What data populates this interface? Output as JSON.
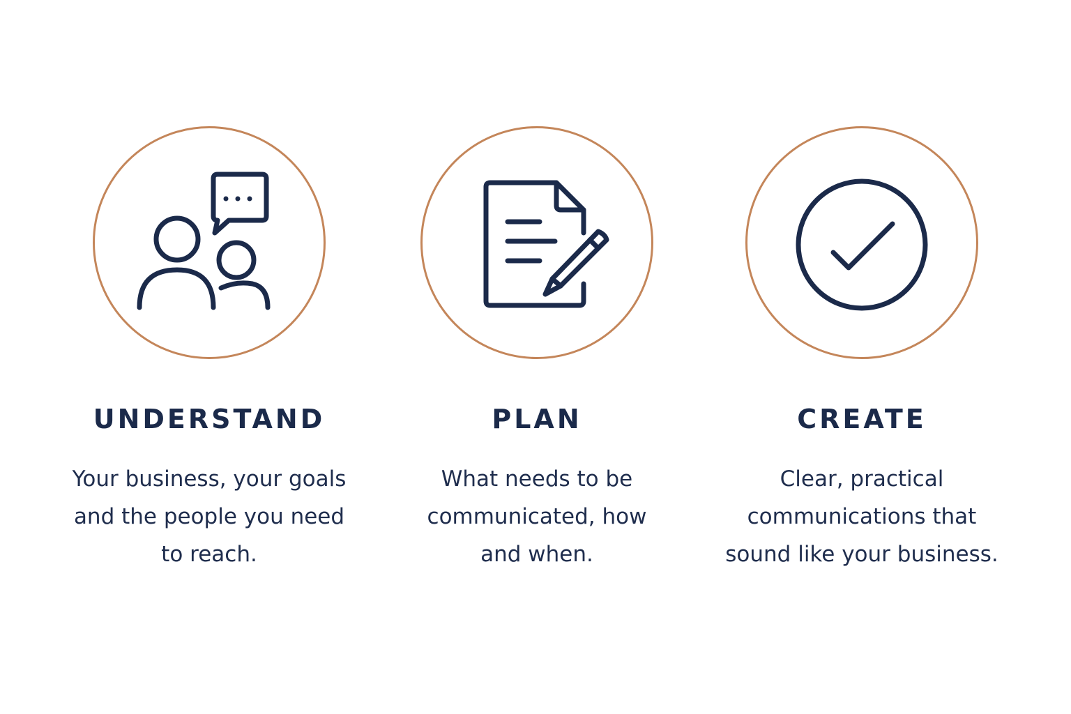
{
  "colors": {
    "accent_ring": "#c4865a",
    "icon_navy": "#1b2a4a",
    "text_navy": "#1f2d4d",
    "background": "#ffffff"
  },
  "steps": [
    {
      "icon": "people-conversation-icon",
      "heading": "UNDERSTAND",
      "description_lines": [
        "Your business, your goals",
        "and the people you need",
        "to reach."
      ]
    },
    {
      "icon": "document-pencil-icon",
      "heading": "PLAN",
      "description_lines": [
        "What needs to be",
        "communicated, how",
        "and when."
      ]
    },
    {
      "icon": "check-circle-icon",
      "heading": "CREATE",
      "description_lines": [
        "Clear, practical",
        "communications that",
        "sound like your business."
      ]
    }
  ]
}
